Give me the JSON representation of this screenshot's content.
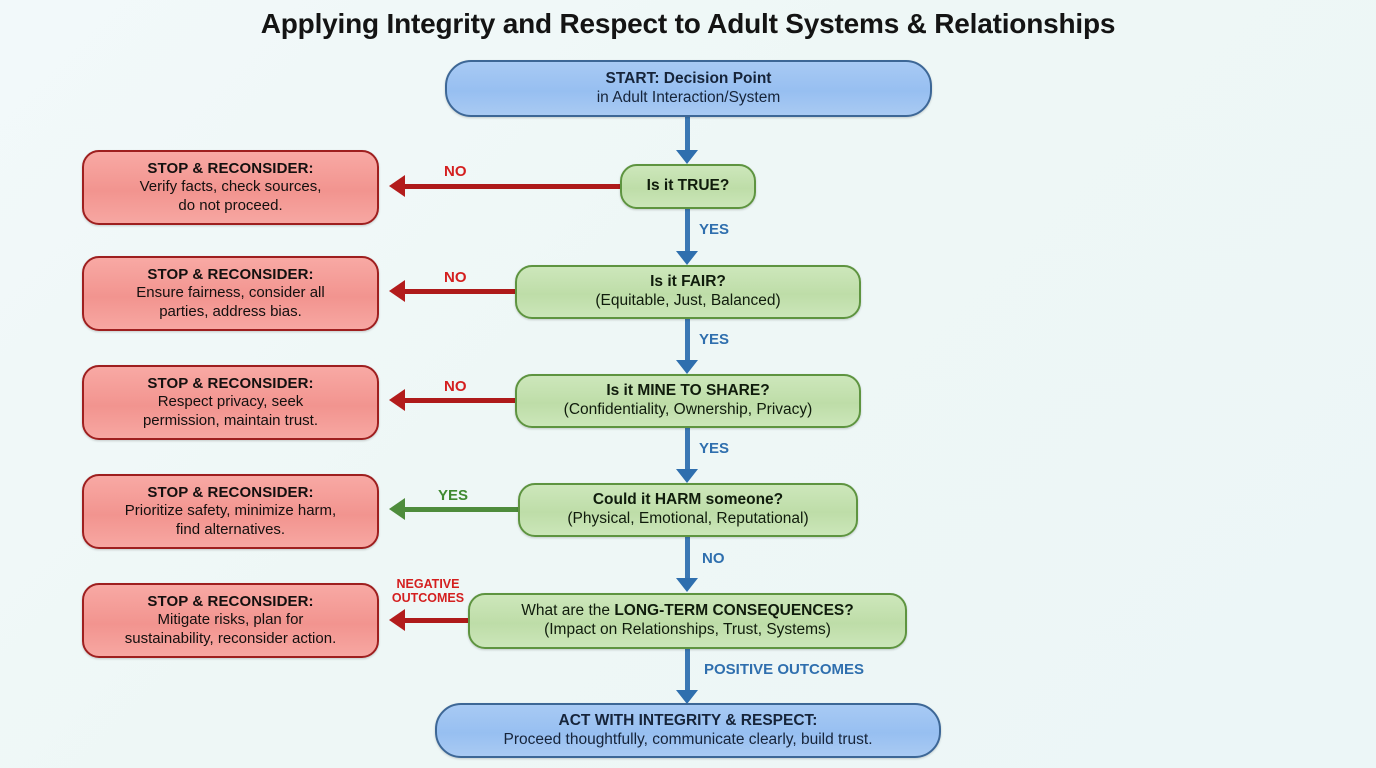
{
  "title": "Applying Integrity and Respect to Adult Systems & Relationships",
  "theme": {
    "background": "#f1f8f9",
    "terminal_fill": "#a2c6f2",
    "terminal_border": "#3d6796",
    "decision_fill": "#c6e2b1",
    "decision_border": "#5e9440",
    "stop_fill": "#f49d98",
    "stop_border": "#9e1f1f",
    "arrow_blue": "#2f6fae",
    "arrow_red": "#b31c1c",
    "arrow_green": "#4e8c3c",
    "label_red": "#d41f1f",
    "label_blue": "#2f6fae",
    "label_green": "#3f8a30",
    "title_color": "#141414"
  },
  "chart_data": {
    "type": "diagram",
    "diagram_kind": "flowchart",
    "title": "Applying Integrity and Respect to Adult Systems & Relationships",
    "orientation": "top-to-bottom with lateral exits to the left",
    "nodes": [
      {
        "id": "start",
        "shape": "rounded-terminal",
        "color": "blue",
        "line1": "START: Decision Point",
        "line2": "in Adult Interaction/System"
      },
      {
        "id": "true",
        "shape": "rounded-rect",
        "color": "green",
        "line1": "Is it TRUE?",
        "line2": ""
      },
      {
        "id": "fair",
        "shape": "rounded-rect",
        "color": "green",
        "line1": "Is it FAIR?",
        "line2": "(Equitable, Just, Balanced)"
      },
      {
        "id": "mine",
        "shape": "rounded-rect",
        "color": "green",
        "line1": "Is it MINE TO SHARE?",
        "line2": "(Confidentiality, Ownership, Privacy)"
      },
      {
        "id": "harm",
        "shape": "rounded-rect",
        "color": "green",
        "line1": "Could it HARM someone?",
        "line2": "(Physical, Emotional, Reputational)"
      },
      {
        "id": "consequences",
        "shape": "rounded-rect",
        "color": "green",
        "line1_prefix": "What are the ",
        "line1_bold": "LONG-TERM CONSEQUENCES?",
        "line2": "(Impact on Relationships, Trust, Systems)"
      },
      {
        "id": "act",
        "shape": "rounded-terminal",
        "color": "blue",
        "line1": "ACT WITH INTEGRITY & RESPECT:",
        "line2": "Proceed thoughtfully, communicate clearly, build trust."
      },
      {
        "id": "stop1",
        "shape": "rounded-rect",
        "color": "red",
        "line1": "STOP & RECONSIDER:",
        "line2": "Verify facts, check sources,",
        "line3": "do not proceed."
      },
      {
        "id": "stop2",
        "shape": "rounded-rect",
        "color": "red",
        "line1": "STOP & RECONSIDER:",
        "line2": "Ensure fairness, consider all",
        "line3": "parties, address bias."
      },
      {
        "id": "stop3",
        "shape": "rounded-rect",
        "color": "red",
        "line1": "STOP & RECONSIDER:",
        "line2": "Respect privacy, seek",
        "line3": "permission, maintain trust."
      },
      {
        "id": "stop4",
        "shape": "rounded-rect",
        "color": "red",
        "line1": "STOP & RECONSIDER:",
        "line2": "Prioritize safety, minimize harm,",
        "line3": "find alternatives."
      },
      {
        "id": "stop5",
        "shape": "rounded-rect",
        "color": "red",
        "line1": "STOP & RECONSIDER:",
        "line2": "Mitigate risks, plan for",
        "line3": "sustainability, reconsider action."
      }
    ],
    "edges": [
      {
        "from": "start",
        "to": "true",
        "label": "",
        "color": "blue",
        "direction": "down"
      },
      {
        "from": "true",
        "to": "stop1",
        "label": "NO",
        "color": "red",
        "direction": "left"
      },
      {
        "from": "true",
        "to": "fair",
        "label": "YES",
        "color": "blue",
        "direction": "down"
      },
      {
        "from": "fair",
        "to": "stop2",
        "label": "NO",
        "color": "red",
        "direction": "left"
      },
      {
        "from": "fair",
        "to": "mine",
        "label": "YES",
        "color": "blue",
        "direction": "down"
      },
      {
        "from": "mine",
        "to": "stop3",
        "label": "NO",
        "color": "red",
        "direction": "left"
      },
      {
        "from": "mine",
        "to": "harm",
        "label": "YES",
        "color": "blue",
        "direction": "down"
      },
      {
        "from": "harm",
        "to": "stop4",
        "label": "YES",
        "color": "green",
        "direction": "left"
      },
      {
        "from": "harm",
        "to": "consequences",
        "label": "NO",
        "color": "blue",
        "direction": "down"
      },
      {
        "from": "consequences",
        "to": "stop5",
        "label": "NEGATIVE OUTCOMES",
        "color": "red",
        "direction": "left"
      },
      {
        "from": "consequences",
        "to": "act",
        "label": "POSITIVE OUTCOMES",
        "color": "blue",
        "direction": "down"
      }
    ]
  },
  "nodes": {
    "start": {
      "line1": "START: Decision Point",
      "line2": "in Adult Interaction/System"
    },
    "true": {
      "line1": "Is it TRUE?"
    },
    "fair": {
      "line1": "Is it FAIR?",
      "line2": "(Equitable, Just, Balanced)"
    },
    "mine": {
      "line1": "Is it MINE TO SHARE?",
      "line2": "(Confidentiality, Ownership, Privacy)"
    },
    "harm": {
      "line1": "Could it HARM someone?",
      "line2": "(Physical, Emotional, Reputational)"
    },
    "consequences": {
      "line1_prefix": "What are the ",
      "line1_bold": "LONG-TERM CONSEQUENCES?",
      "line2": "(Impact on Relationships, Trust, Systems)"
    },
    "act": {
      "line1": "ACT WITH INTEGRITY & RESPECT:",
      "line2": "Proceed thoughtfully, communicate clearly, build trust."
    },
    "stop1": {
      "line1": "STOP & RECONSIDER:",
      "line2": "Verify facts, check sources,",
      "line3": "do not proceed."
    },
    "stop2": {
      "line1": "STOP & RECONSIDER:",
      "line2": "Ensure fairness, consider all",
      "line3": "parties, address bias."
    },
    "stop3": {
      "line1": "STOP & RECONSIDER:",
      "line2": "Respect privacy, seek",
      "line3": "permission, maintain trust."
    },
    "stop4": {
      "line1": "STOP & RECONSIDER:",
      "line2": "Prioritize safety, minimize harm,",
      "line3": "find alternatives."
    },
    "stop5": {
      "line1": "STOP & RECONSIDER:",
      "line2": "Mitigate risks, plan for",
      "line3": "sustainability, reconsider action."
    }
  },
  "labels": {
    "no_1": "NO",
    "no_2": "NO",
    "no_3": "NO",
    "yes_1": "YES",
    "yes_2": "YES",
    "yes_3": "YES",
    "yes_harm": "YES",
    "no_harm": "NO",
    "negative_line1": "NEGATIVE",
    "negative_line2": "OUTCOMES",
    "positive": "POSITIVE OUTCOMES"
  }
}
